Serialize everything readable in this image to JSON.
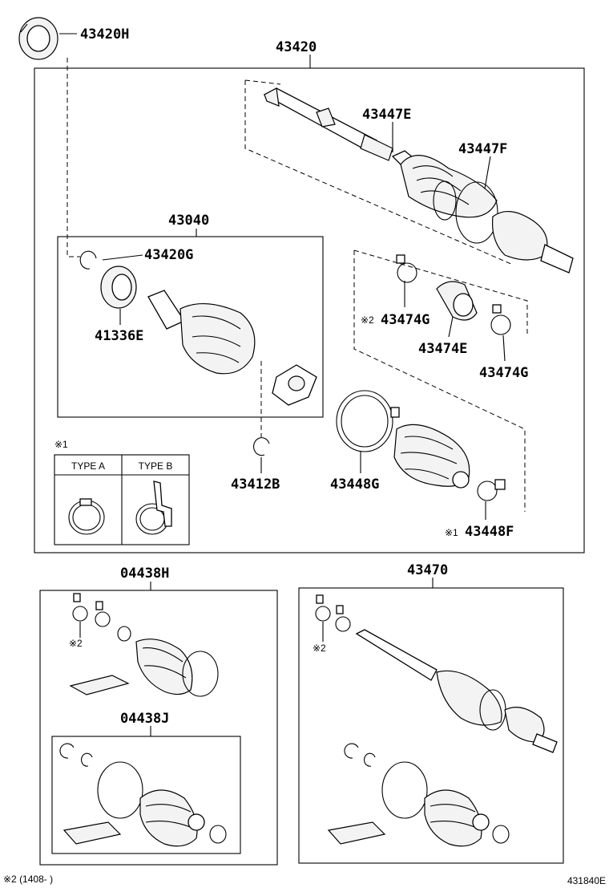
{
  "labels": {
    "p43420H": "43420H",
    "p43420": "43420",
    "p43447E": "43447E",
    "p43447F": "43447F",
    "p43040": "43040",
    "p43420G": "43420G",
    "p41336E": "41336E",
    "p43474G_a": "43474G",
    "p43474G_b": "43474G",
    "p43474E": "43474E",
    "p43412B": "43412B",
    "p43448G": "43448G",
    "p43448F": "43448F",
    "p04438H": "04438H",
    "p04438J": "04438J",
    "p43470": "43470"
  },
  "marks": {
    "note1": "※1",
    "note2": "※2",
    "note2_small_a": "※2",
    "note2_small_b": "※2"
  },
  "type_table": {
    "header_a": "TYPE A",
    "header_b": "TYPE B"
  },
  "footer": {
    "note": "※2 (1408-      )",
    "code": "431840E"
  }
}
